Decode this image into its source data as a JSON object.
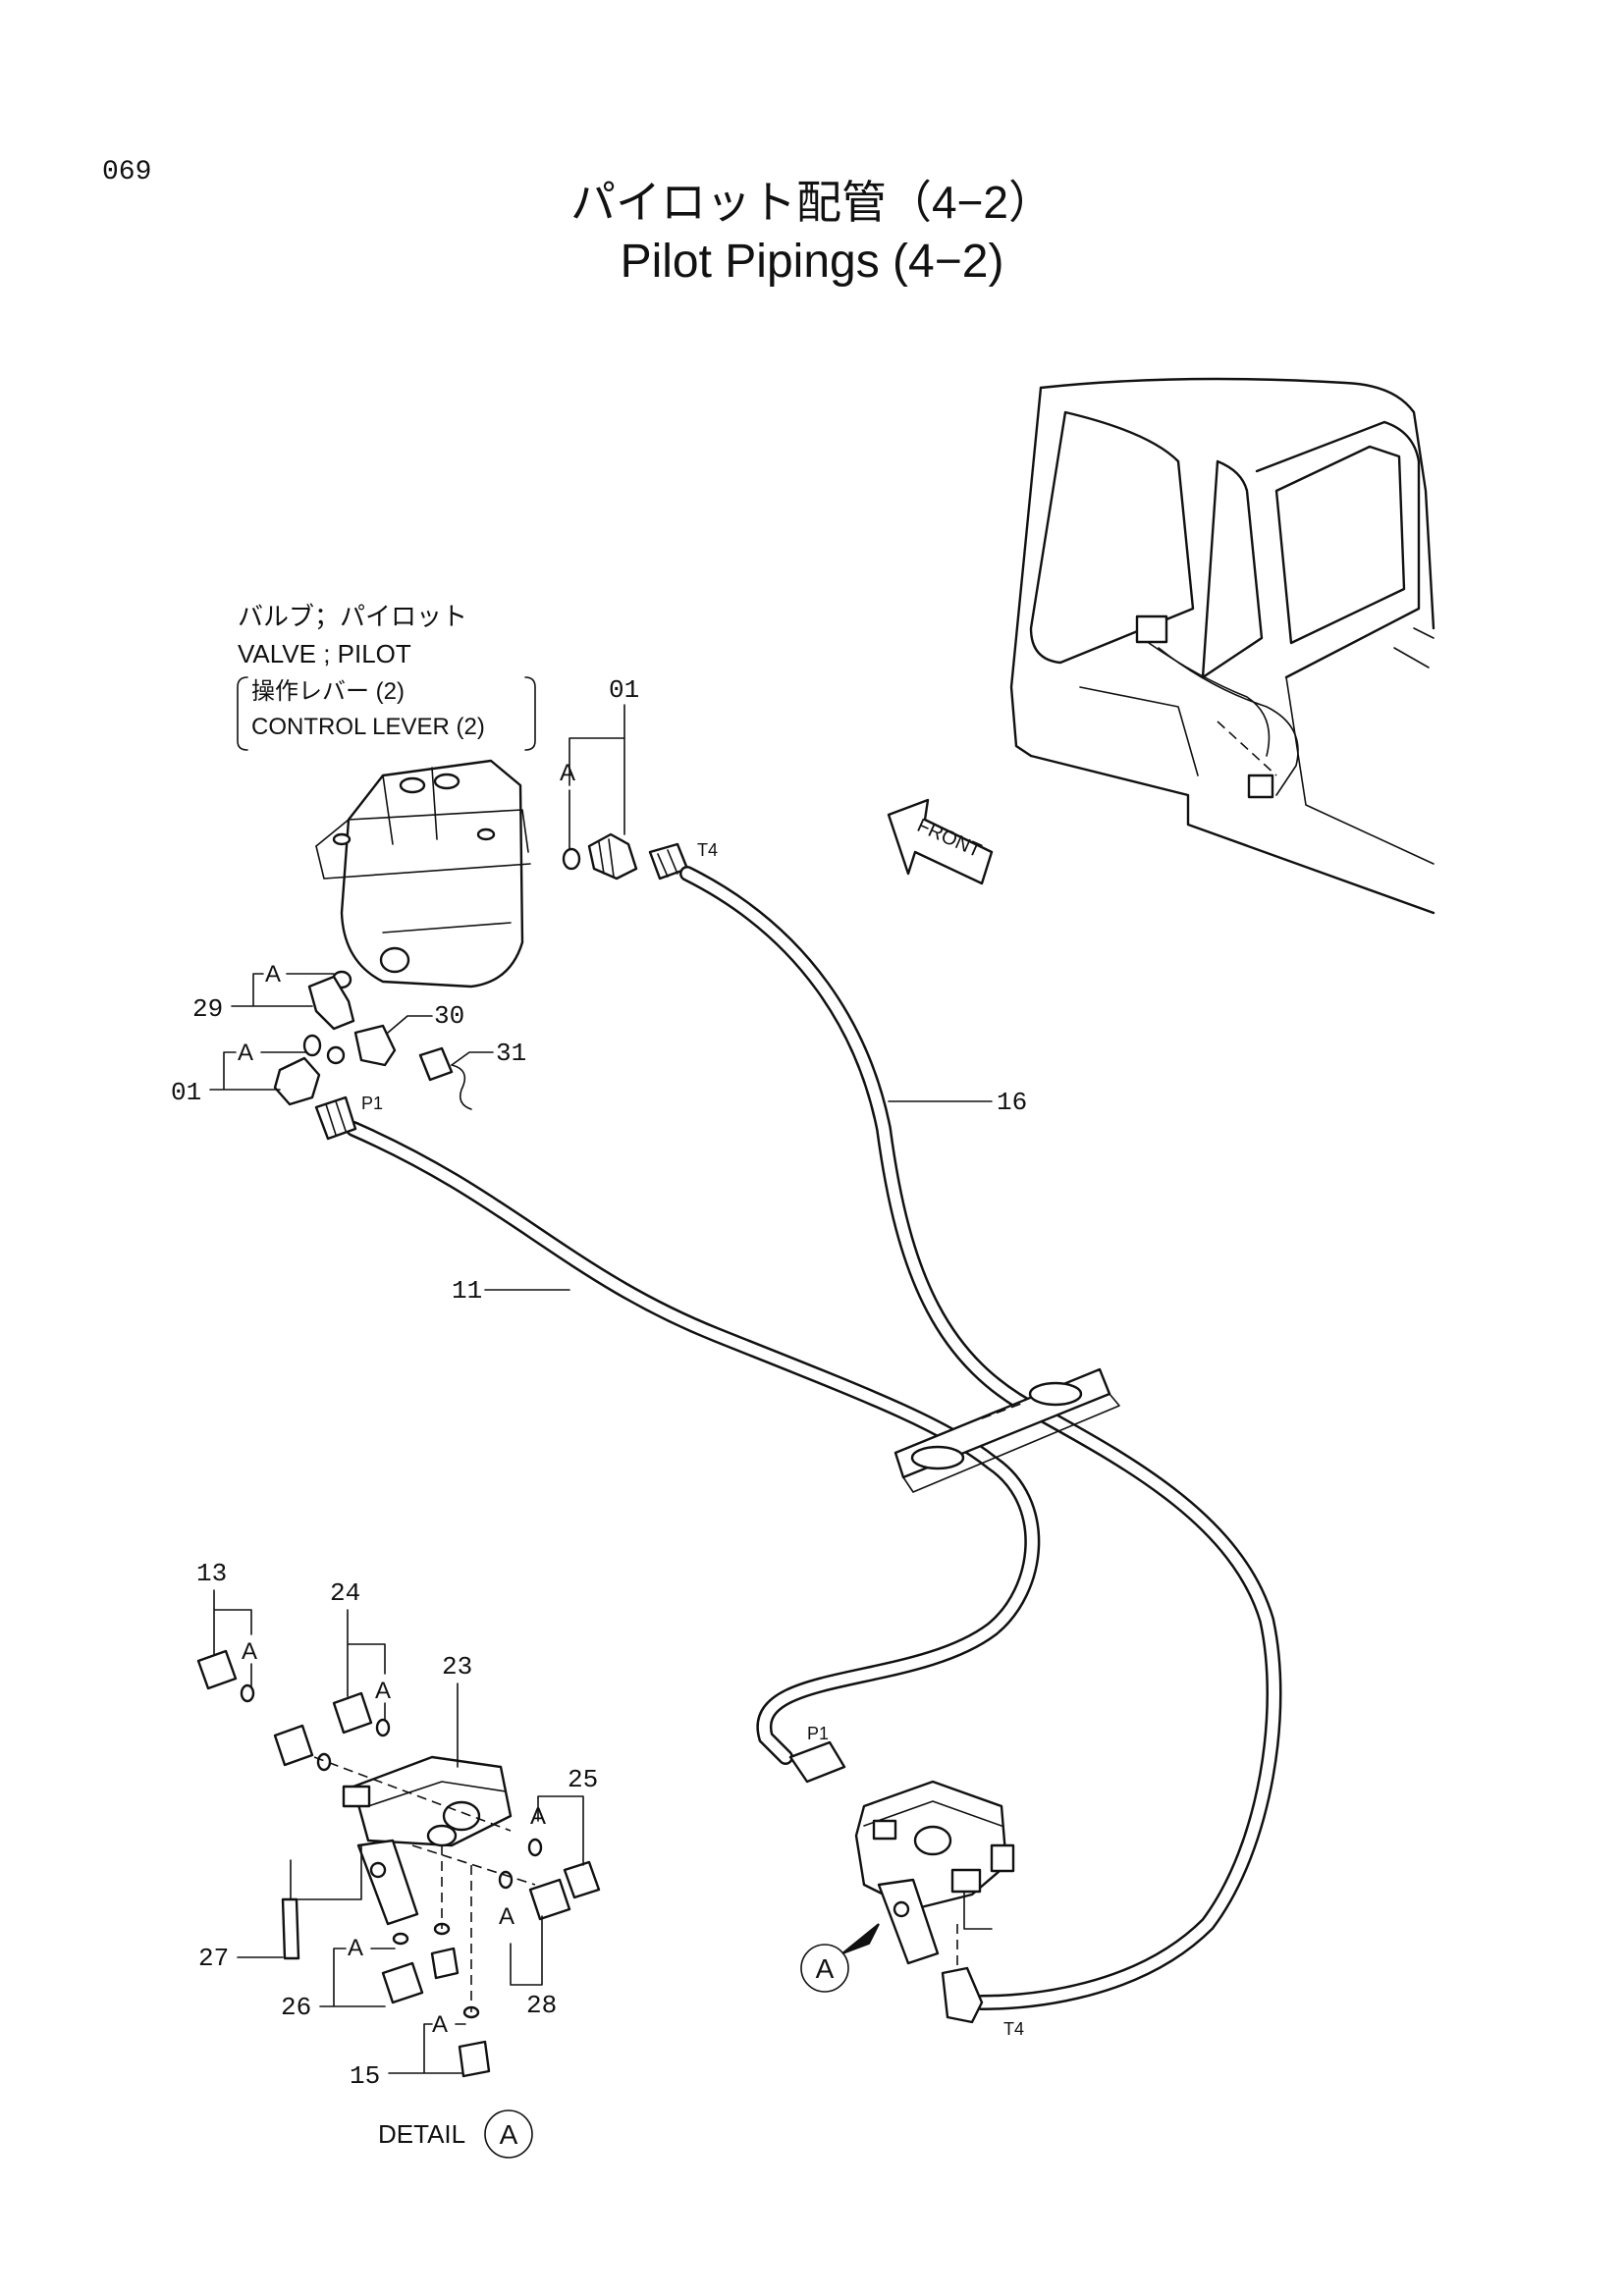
{
  "page_number": "069",
  "title_jp": "パイロット配管（4−2）",
  "title_en": "Pilot Pipings (4−2)",
  "valve_label": {
    "line1": "バルブ；パイロット",
    "line2": "VALVE ; PILOT",
    "line3": "操作レバー (2)",
    "line4": "CONTROL  LEVER (2)"
  },
  "front_label": "FRONT",
  "detail_label": "DETAIL",
  "detail_marker": "A",
  "port_labels": {
    "t4_top": "T4",
    "p1_top": "P1",
    "p1_bottom": "P1",
    "t4_bottom": "T4"
  },
  "callouts": {
    "c01_top": "01",
    "c01_left": "01",
    "c29": "29",
    "c30": "30",
    "c31": "31",
    "c16": "16",
    "c11": "11",
    "c13": "13",
    "c24": "24",
    "c23": "23",
    "c25": "25",
    "c27": "27",
    "c26": "26",
    "c28": "28",
    "c15": "15"
  },
  "a_marks": [
    "A",
    "A",
    "A",
    "A",
    "A",
    "A",
    "A",
    "A",
    "A",
    "A"
  ],
  "colors": {
    "ink": "#111111",
    "paper": "#ffffff"
  }
}
